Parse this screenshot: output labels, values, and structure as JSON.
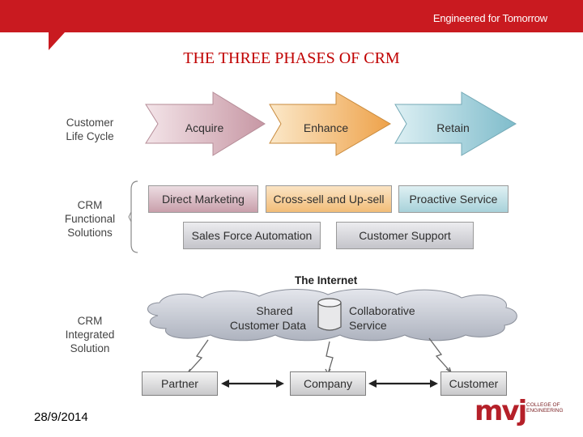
{
  "header": {
    "brand_text": "Engineered for Tomorrow",
    "bar_color": "#c91a20"
  },
  "title": "THE THREE PHASES OF CRM",
  "row_labels": {
    "lifecycle": [
      "Customer",
      "Life Cycle"
    ],
    "functional": [
      "CRM",
      "Functional",
      "Solutions"
    ],
    "integrated": [
      "CRM",
      "Integrated",
      "Solution"
    ]
  },
  "lifecycle_phases": [
    {
      "label": "Acquire",
      "color": "#c797a4"
    },
    {
      "label": "Enhance",
      "color": "#f0b060"
    },
    {
      "label": "Retain",
      "color": "#8fc7d3"
    }
  ],
  "functional_solutions": {
    "row1": [
      {
        "label": "Direct Marketing",
        "color": "#c99fab"
      },
      {
        "label": "Cross-sell and Up-sell",
        "color": "#f2bd78"
      },
      {
        "label": "Proactive Service",
        "color": "#a8d2da"
      }
    ],
    "row2": [
      {
        "label": "Sales Force Automation",
        "color": "#c9c9cf"
      },
      {
        "label": "Customer Support",
        "color": "#c9c9cf"
      }
    ]
  },
  "internet": {
    "title": "The Internet",
    "left_text": [
      "Shared",
      "Customer Data"
    ],
    "right_text": [
      "Collaborative",
      "Service"
    ]
  },
  "entities": [
    "Partner",
    "Company",
    "Customer"
  ],
  "footer": {
    "date": "28/9/2014",
    "logo_text": "mvj",
    "logo_subtext": [
      "COLLEGE OF",
      "ENGINEERING"
    ]
  }
}
